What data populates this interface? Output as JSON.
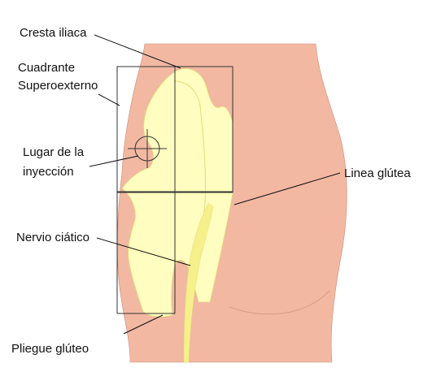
{
  "colors": {
    "skin": "#F2B8A2",
    "skin_outline": "#C98D77",
    "bone": "#FFFDBF",
    "bone_outline": "#E4DC7A",
    "nerve": "#F6F08A",
    "grid": "#333333",
    "leader": "#111111",
    "crease": "#D59C86"
  },
  "labels": {
    "crest": "Cresta iliaca",
    "quadrant_line1": "Cuadrante",
    "quadrant_line2": "Superoexterno",
    "site_line1": "Lugar de la",
    "site_line2": "inyección",
    "sciatic": "Nervio ciático",
    "gluteal_fold": "Pliegue glúteo",
    "gluteal_line": "Linea glútea"
  }
}
